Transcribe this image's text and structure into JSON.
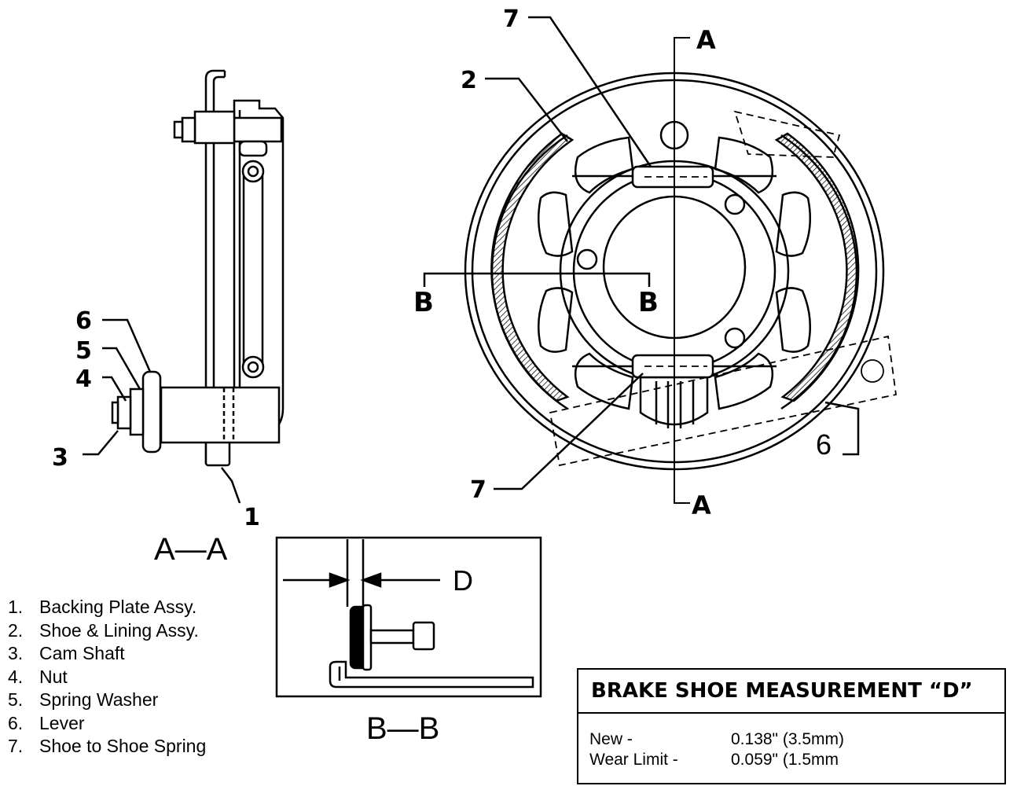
{
  "callouts": {
    "c1": "1",
    "c2": "2",
    "c3": "3",
    "c4": "4",
    "c5": "5",
    "c6_side": "6",
    "c6_front": "6",
    "c7_top": "7",
    "c7_bottom": "7"
  },
  "section_marks": {
    "a_top": "A",
    "a_bottom": "A",
    "b_left": "B",
    "b_right": "B"
  },
  "view_titles": {
    "side_view": "A—A",
    "detail_view": "B—B"
  },
  "dimension_label": "D",
  "legend": [
    {
      "num": "1.",
      "text": "Backing Plate Assy."
    },
    {
      "num": "2.",
      "text": "Shoe & Lining Assy."
    },
    {
      "num": "3.",
      "text": "Cam Shaft"
    },
    {
      "num": "4.",
      "text": "Nut"
    },
    {
      "num": "5.",
      "text": "Spring Washer"
    },
    {
      "num": "6.",
      "text": "Lever"
    },
    {
      "num": "7.",
      "text": "Shoe to Shoe Spring"
    }
  ],
  "spec_table": {
    "title": "BRAKE SHOE MEASUREMENT “D”",
    "rows": [
      {
        "label": "New -",
        "value": "0.138\" (3.5mm)"
      },
      {
        "label": "Wear Limit -",
        "value": "0.059\" (1.5mm"
      }
    ]
  }
}
